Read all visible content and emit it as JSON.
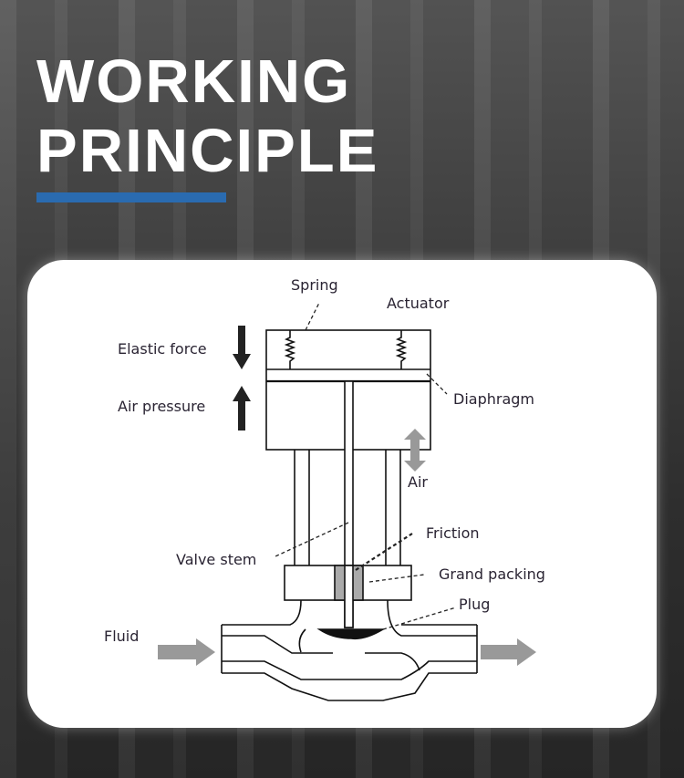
{
  "title": {
    "line1": "WORKING",
    "line2": "PRINCIPLE"
  },
  "accent_color": "#2a6bb0",
  "diagram": {
    "labels": {
      "spring": "Spring",
      "actuator": "Actuator",
      "elastic_force": "Elastic force",
      "air_pressure": "Air pressure",
      "diaphragm": "Diaphragm",
      "air": "Air",
      "friction": "Friction",
      "valve_stem": "Valve stem",
      "grand_packing": "Grand packing",
      "plug": "Plug",
      "fluid": "Fluid"
    }
  }
}
